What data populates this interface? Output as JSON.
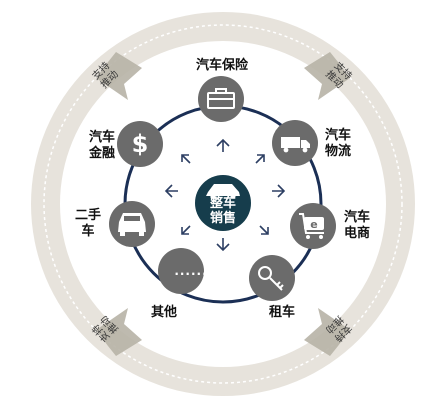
{
  "center": {
    "line1": "整车",
    "line2": "销售"
  },
  "nodes": {
    "insurance": {
      "line1": "汽车保险"
    },
    "logistics": {
      "line1": "汽车",
      "line2": "物流"
    },
    "ecommerce": {
      "line1": "汽车",
      "line2": "电商"
    },
    "rental": {
      "line1": "租车"
    },
    "other": {
      "line1": "其他",
      "icon_text": "......"
    },
    "used_car": {
      "line1": "二手",
      "line2": "车"
    },
    "finance": {
      "line1": "汽车",
      "line2": "金融"
    }
  },
  "support_tags": {
    "top_left": {
      "line1": "支持",
      "line2": "推动"
    },
    "top_right": {
      "line1": "支持",
      "line2": "推动"
    },
    "bottom_left": {
      "line1": "支持",
      "line2": "推动"
    },
    "bottom_right": {
      "line1": "支持",
      "line2": "推动"
    }
  },
  "colors": {
    "node_fill": "#6b6b6b",
    "ring_dark": "#1b2f55",
    "center_fill": "#163d4c",
    "outer_ring": "#e7e3dc",
    "arrow": "#2d3f63"
  }
}
